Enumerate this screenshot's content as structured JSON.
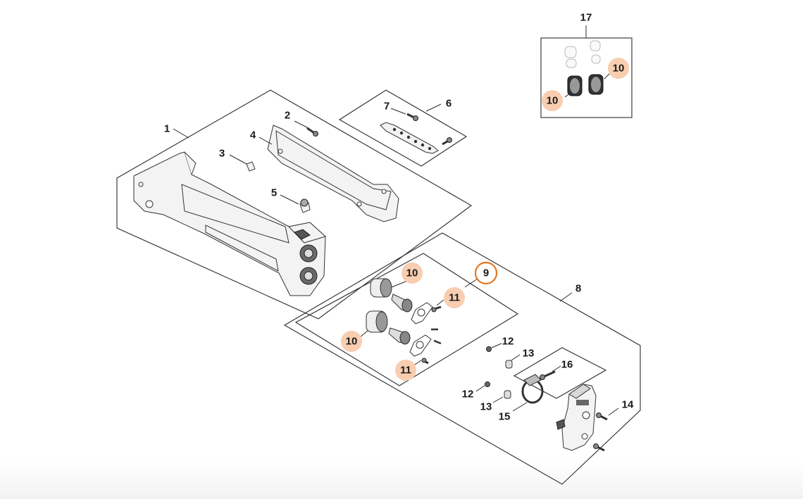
{
  "accent_colors": {
    "highlight_fill": "#f8cdb0",
    "selected_ring": "#e3761f",
    "line": "#2b2b2b"
  },
  "labels": {
    "p1": "1",
    "p2": "2",
    "p3": "3",
    "p4": "4",
    "p5": "5",
    "p6": "6",
    "p7": "7",
    "p8": "8",
    "p9": "9",
    "p10a": "10",
    "p10b": "10",
    "p10c": "10",
    "p10d": "10",
    "p11a": "11",
    "p11b": "11",
    "p12a": "12",
    "p12b": "12",
    "p13a": "13",
    "p13b": "13",
    "p14": "14",
    "p15": "15",
    "p16": "16",
    "p17": "17"
  }
}
